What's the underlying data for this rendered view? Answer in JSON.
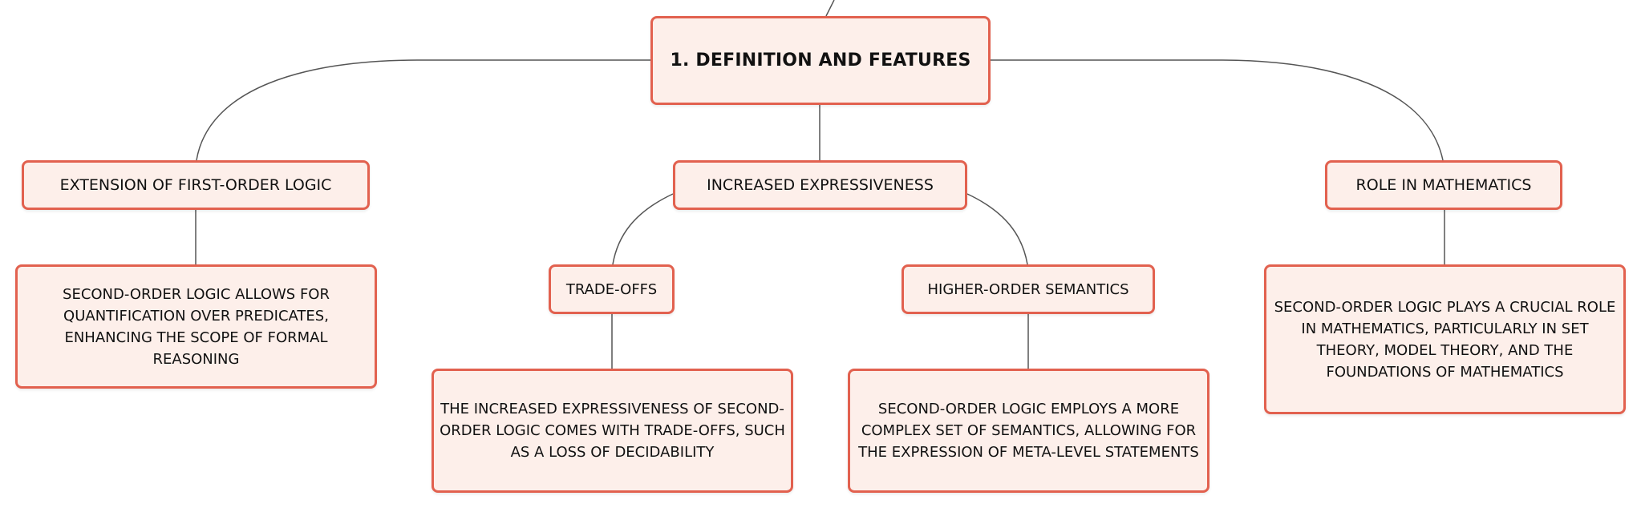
{
  "colors": {
    "node_fill": "#fdefea",
    "node_border": "#e2614f",
    "connector": "#555555",
    "text": "#111111"
  },
  "root": {
    "label": "1. DEFINITION AND FEATURES"
  },
  "branches": {
    "extension": {
      "label": "EXTENSION OF FIRST-ORDER LOGIC",
      "detail": "SECOND-ORDER LOGIC ALLOWS FOR QUANTIFICATION OVER PREDICATES, ENHANCING THE SCOPE OF FORMAL REASONING"
    },
    "expressiveness": {
      "label": "INCREASED EXPRESSIVENESS",
      "children": {
        "tradeoffs": {
          "label": "TRADE-OFFS",
          "detail": "THE INCREASED EXPRESSIVENESS OF SECOND-ORDER LOGIC COMES WITH TRADE-OFFS, SUCH AS A LOSS OF DECIDABILITY"
        },
        "semantics": {
          "label": "HIGHER-ORDER SEMANTICS",
          "detail": "SECOND-ORDER LOGIC EMPLOYS A MORE COMPLEX SET OF SEMANTICS, ALLOWING FOR THE EXPRESSION OF META-LEVEL STATEMENTS"
        }
      }
    },
    "role": {
      "label": "ROLE IN MATHEMATICS",
      "detail": "SECOND-ORDER LOGIC PLAYS A CRUCIAL ROLE IN MATHEMATICS, PARTICULARLY IN SET THEORY, MODEL THEORY, AND THE FOUNDATIONS OF MATHEMATICS"
    }
  }
}
